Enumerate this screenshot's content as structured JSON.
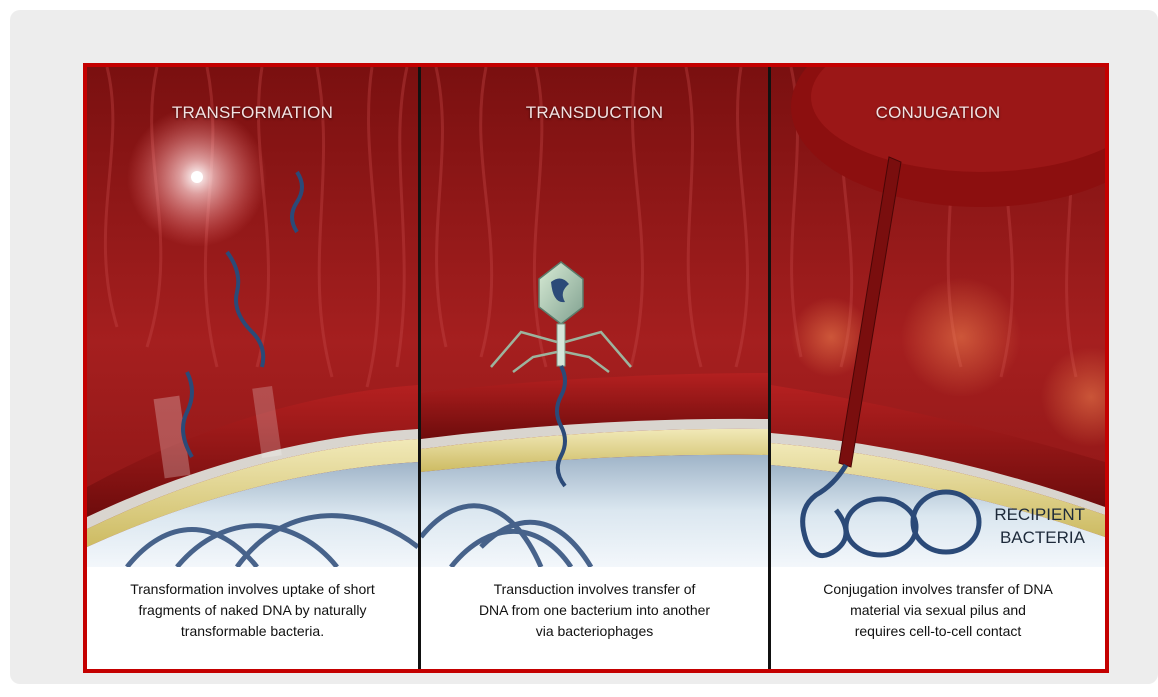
{
  "panels": [
    {
      "title": "TRANSFORMATION",
      "caption": [
        "Transformation involves uptake of short",
        "fragments of naked DNA by naturally",
        "transformable bacteria."
      ]
    },
    {
      "title": "TRANSDUCTION",
      "caption": [
        "Transduction involves transfer of",
        "DNA from one bacterium into another",
        "via bacteriophages"
      ]
    },
    {
      "title": "CONJUGATION",
      "caption": [
        "Conjugation involves transfer of DNA",
        "material via sexual pilus and",
        "requires cell-to-cell contact"
      ]
    }
  ],
  "recipient_label": [
    "RECIPIENT",
    "BACTERIA"
  ],
  "colors": {
    "frame": "#c40000",
    "background_red": "#8e1717",
    "membrane_yellow": "#e3d58c",
    "cytoplasm_blue": "#cfdde8",
    "dna_blue": "#2b4a78"
  }
}
